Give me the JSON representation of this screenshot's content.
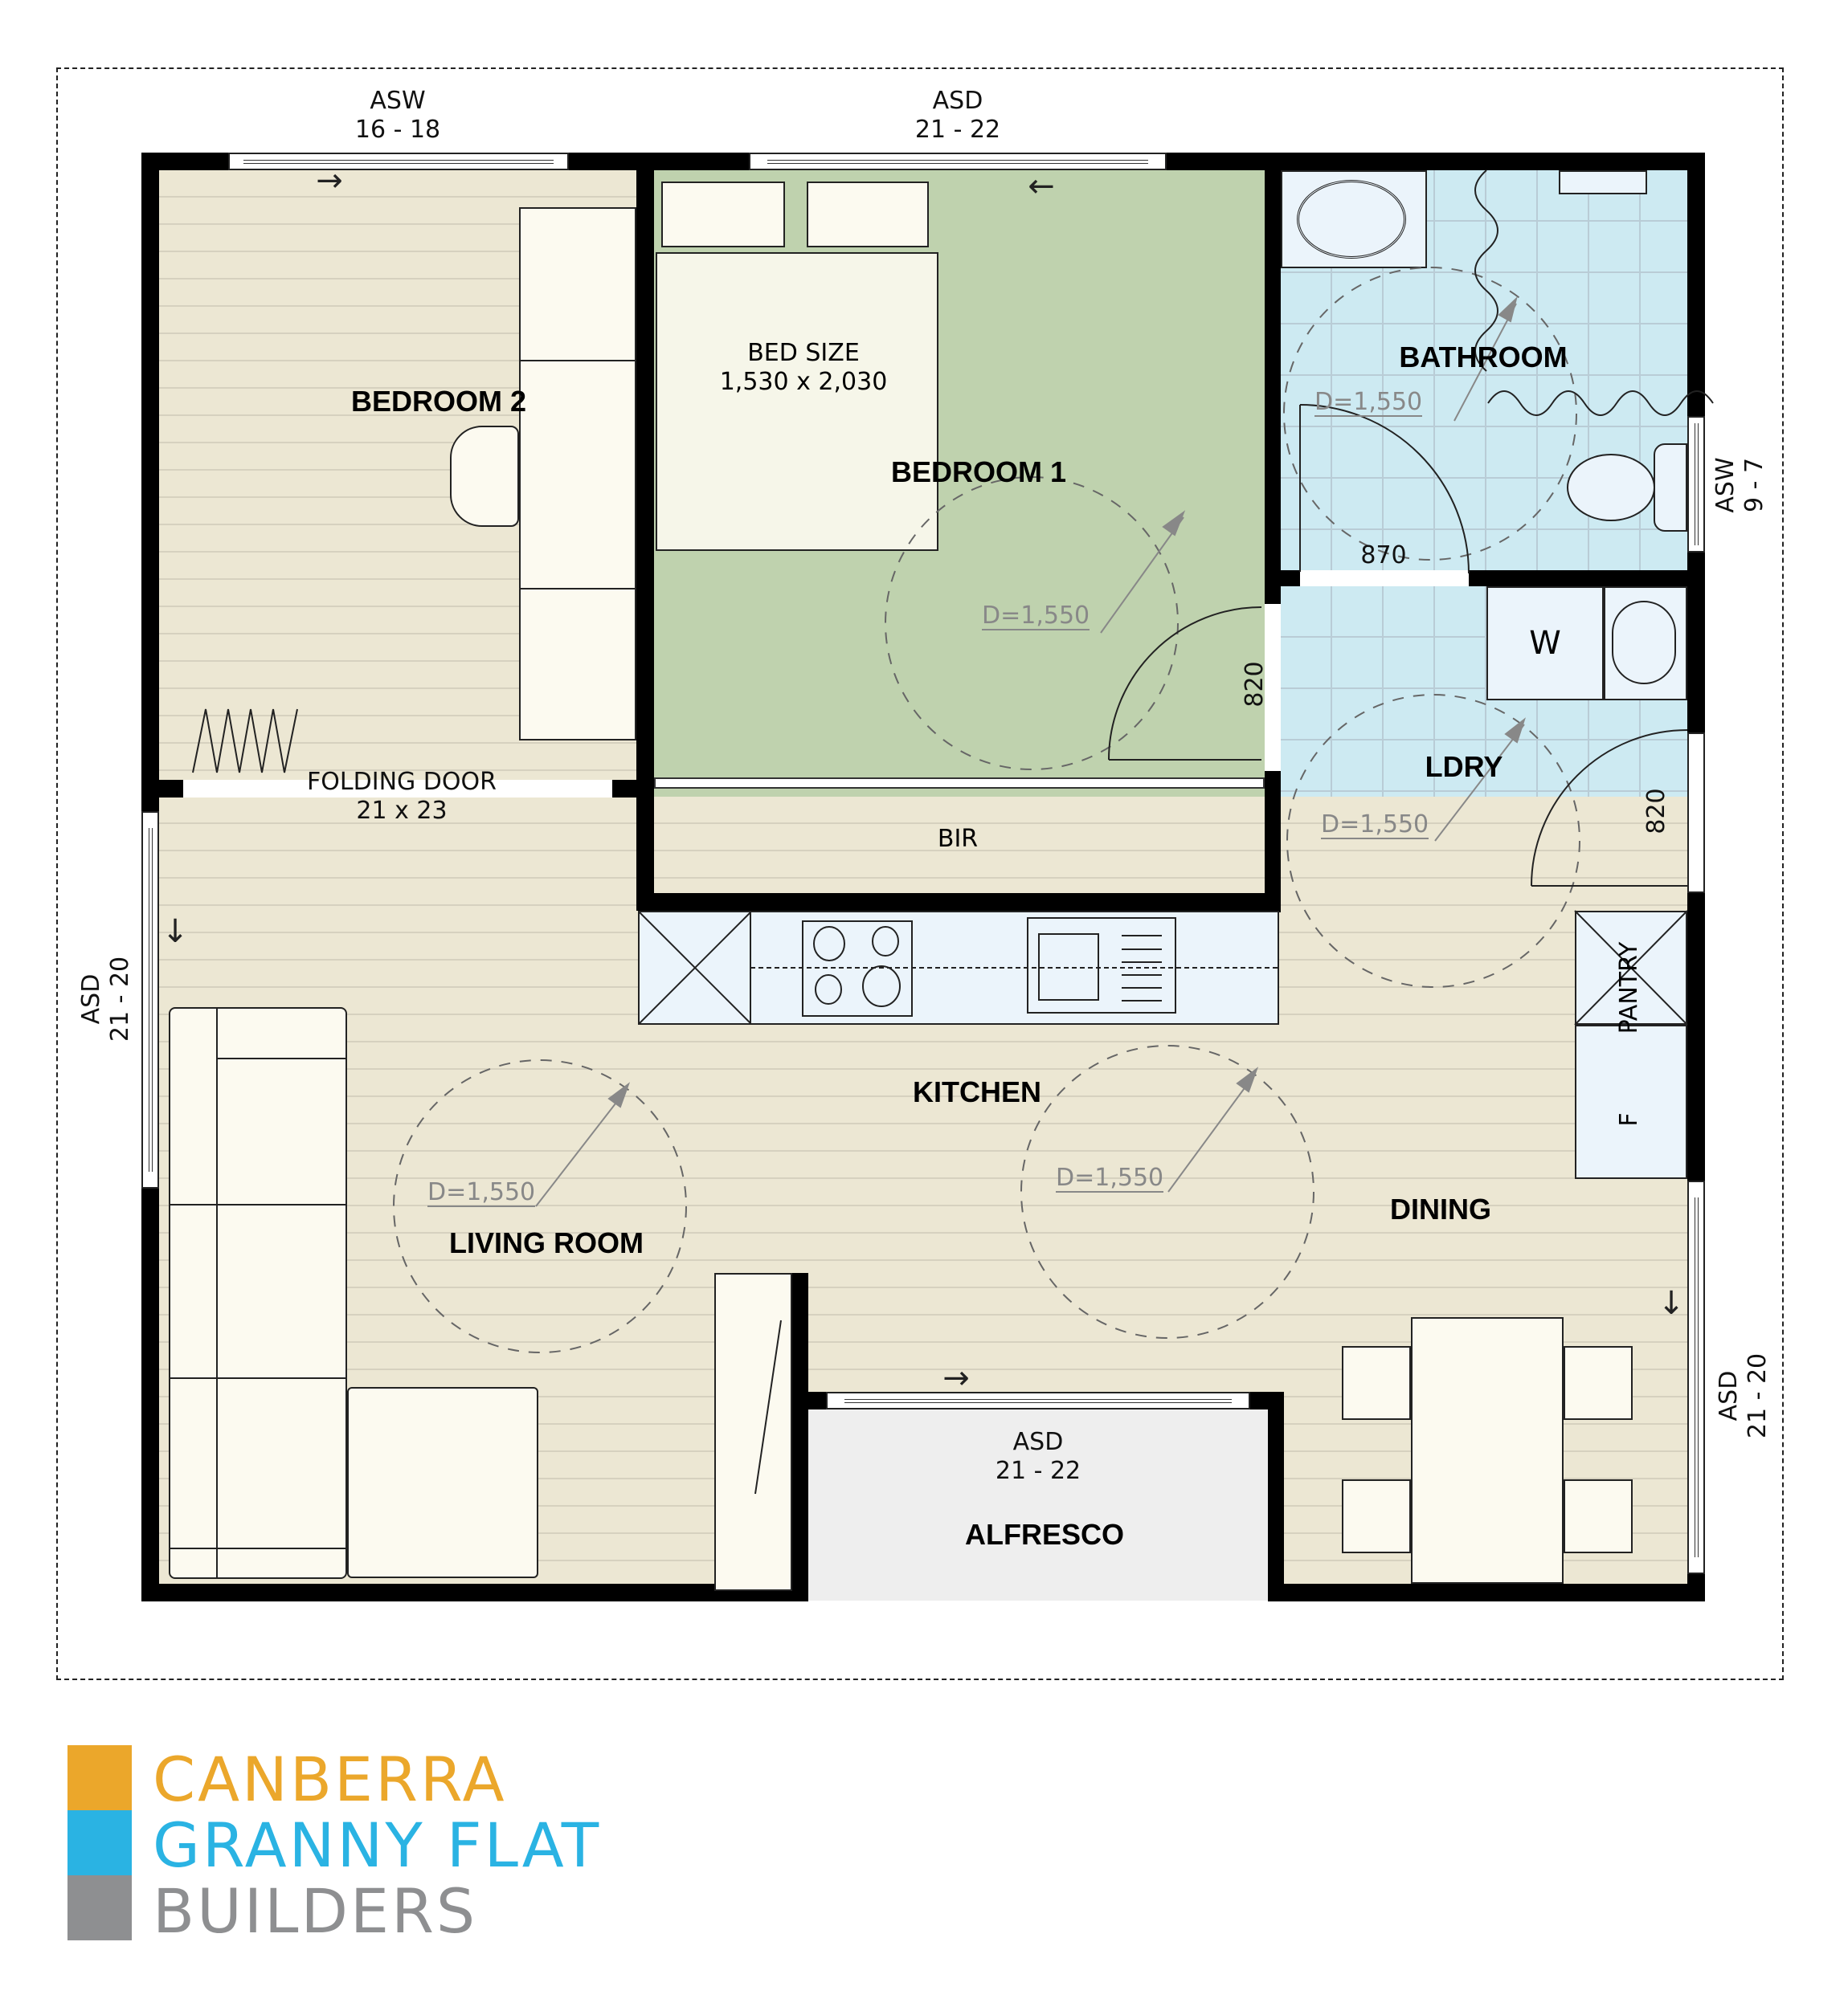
{
  "plan": {
    "rooms": {
      "bedroom2": {
        "label": "BEDROOM 2"
      },
      "bedroom1": {
        "label": "BEDROOM 1",
        "bed_size_title": "BED SIZE",
        "bed_size_value": "1,530 x 2,030"
      },
      "bir": {
        "label": "BIR"
      },
      "bathroom": {
        "label": "BATHROOM"
      },
      "laundry": {
        "label": "LDRY",
        "washer_label": "W"
      },
      "kitchen": {
        "label": "KITCHEN"
      },
      "pantry": {
        "label": "PANTRY",
        "fridge_label": "F"
      },
      "living": {
        "label": "LIVING ROOM"
      },
      "dining": {
        "label": "DINING"
      },
      "alfresco": {
        "label": "ALFRESCO"
      }
    },
    "openings": {
      "top_left_window": {
        "type": "ASW",
        "size": "16 - 18"
      },
      "top_mid_door": {
        "type": "ASD",
        "size": "21 - 22"
      },
      "right_bath_window": {
        "type": "ASW",
        "size": "9 - 7"
      },
      "left_door": {
        "type": "ASD",
        "size": "21 - 20"
      },
      "right_door": {
        "type": "ASD",
        "size": "21 - 20"
      },
      "alfresco_door": {
        "type": "ASD",
        "size": "21 - 22"
      },
      "folding_door": {
        "type": "FOLDING DOOR",
        "size": "21 x 23"
      }
    },
    "dimensions": {
      "bath_door_width": "870",
      "bedroom1_door_width": "820",
      "laundry_door_width": "820"
    },
    "turning_circles": {
      "label": "D=1,550",
      "count": 5
    },
    "colors": {
      "wall": "#000000",
      "floor_beige": "#ece7d3",
      "floor_green": "#bfd2ae",
      "floor_blue": "#cdeaf2",
      "floor_grey": "#eeeeee",
      "furniture": "#fcfaf0",
      "counter": "#ebf4fb"
    }
  },
  "logo": {
    "line1": "CANBERRA",
    "line2": "GRANNY FLAT",
    "line3": "BUILDERS",
    "color1": "#eba72b",
    "color2": "#2ab3e3",
    "color3": "#8e8f91"
  }
}
